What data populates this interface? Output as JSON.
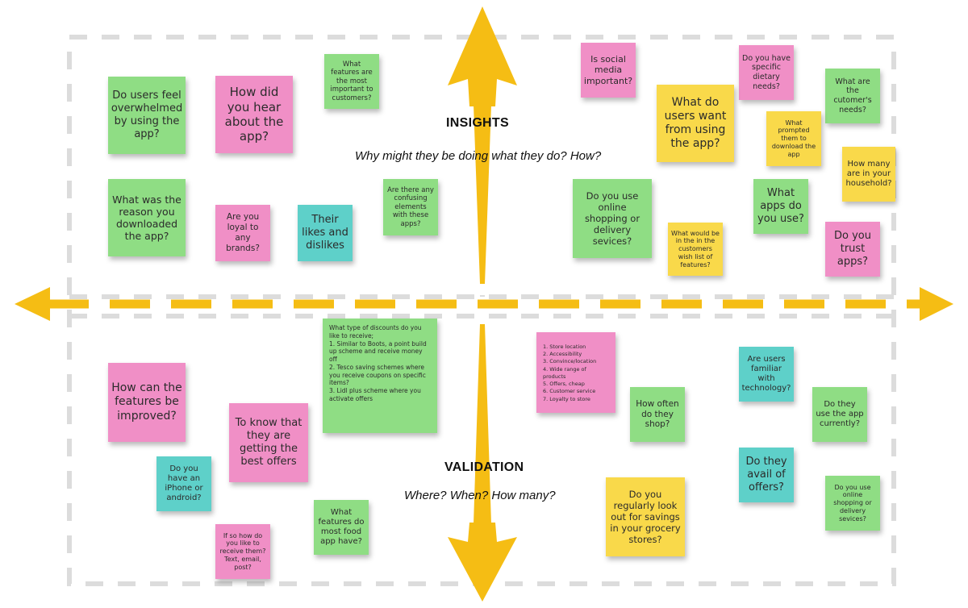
{
  "colors": {
    "green": "#8fdd84",
    "pink": "#f08fc6",
    "yellow": "#f9d94a",
    "teal": "#5ed0c9",
    "arrow": "#f5bd14",
    "frame_dash": "#dcdcdc"
  },
  "labels": {
    "top_title": "INSIGHTS",
    "top_subtitle": "Why might they be doing what they do? How?",
    "bottom_title": "VALIDATION",
    "bottom_subtitle": "Where? When? How many?"
  },
  "notes": {
    "overwhelmed": "Do users feel overwhelmed by using the app?",
    "hear_about": "How did you hear about the app?",
    "important_features": "What features are the most important to customers?",
    "social_media": "Is social media important?",
    "dietary": "Do you have specific dietary needs?",
    "want_from_app": "What do users want from using the app?",
    "customer_needs": "What are the cutomer's needs?",
    "prompted": "What prompted them to download the app",
    "household": "How many are in your household?",
    "reason_downloaded": "What was the reason you downloaded the app?",
    "loyal_brands": "Are you loyal to any brands?",
    "likes_dislikes": "Their likes and dislikes",
    "confusing": "Are there any confusing elements with these apps?",
    "online_shopping_top": "Do you use online shopping or delivery sevices?",
    "wish_list": "What would be in the in the customers wish list of features?",
    "what_apps": "What apps do you use?",
    "trust_apps": "Do you trust apps?",
    "features_improved": "How can the features be improved?",
    "best_offers": "To know that they are getting the best offers",
    "discounts_intro": "What type of discounts do you like to receive;",
    "discounts_items": [
      "1. Similar to Boots, a point build up scheme and receive money off",
      "2. Tesco saving schemes where you receive coupons on specific items?",
      "3. Lidl plus scheme where you activate offers"
    ],
    "priorities": [
      "1. Store location",
      "2. Accessibility",
      "3. Convince/location",
      "4. Wide range of products",
      "5. Offers, cheap",
      "6. Customer service",
      "7. Loyalty to store"
    ],
    "how_often": "How often do they shop?",
    "familiar_tech": "Are users familiar with technology?",
    "use_currently": "Do they use the app currently?",
    "avail_offers": "Do they avail of offers?",
    "iphone_android": "Do you have an iPhone or android?",
    "receive_coupons": "If so how do you like to receive them? Text, email, post?",
    "food_apps": "What features do most food app have?",
    "look_savings": "Do you regularly look out for savings in your grocery stores?",
    "online_shopping_bottom": "Do you use online shopping or delivery sevices?"
  }
}
